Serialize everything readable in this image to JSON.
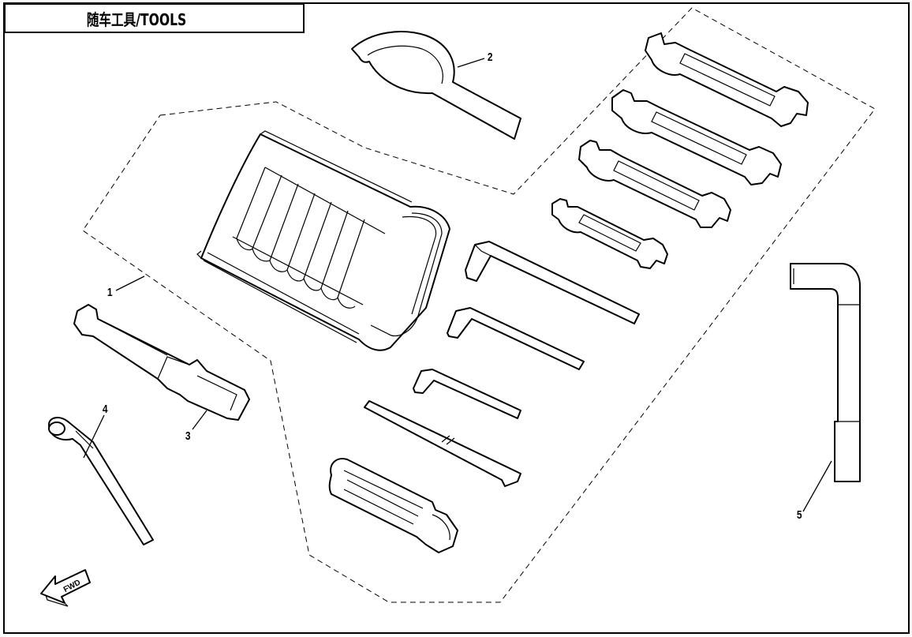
{
  "title": "随车工具/TOOLS",
  "callouts": [
    {
      "id": "1",
      "label": "1",
      "part": "tool-roll-bag"
    },
    {
      "id": "2",
      "label": "2",
      "part": "hook-spanner"
    },
    {
      "id": "3",
      "label": "3",
      "part": "spark-plug-wrench"
    },
    {
      "id": "4",
      "label": "4",
      "part": "tommy-bar"
    },
    {
      "id": "5",
      "label": "5",
      "part": "l-socket-wrench"
    }
  ],
  "direction_marker": "FWD",
  "icons": [
    "fwd-arrow-icon"
  ]
}
